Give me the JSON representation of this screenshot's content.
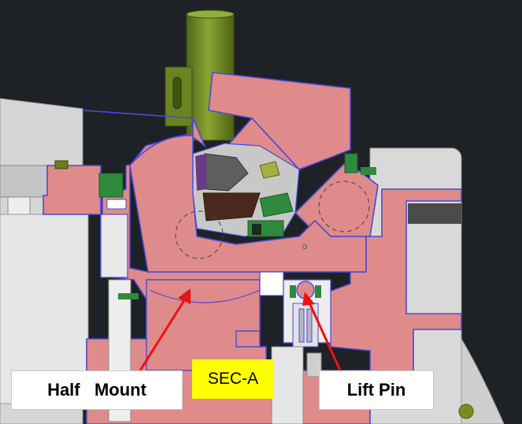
{
  "labels": {
    "half_mount": "Half   Mount",
    "section": "SEC-A",
    "lift_pin": "Lift Pin"
  },
  "colors": {
    "background": "#1e2227",
    "body_fill": "#df8b8b",
    "outline": "#4a4ad8",
    "housing": "#d4d4d4",
    "cylinder": "#6f8a22",
    "green_part": "#2e7a3e",
    "arrow": "#ee1111",
    "section_highlight": "#ffff00"
  }
}
